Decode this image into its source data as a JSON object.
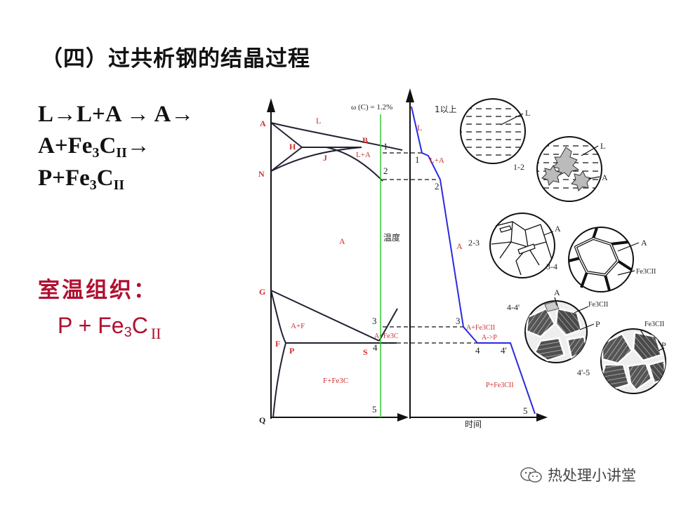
{
  "title": "（四）过共析钢的结晶过程",
  "reaction": {
    "line1": "L→L+A → A→",
    "line2_pre": "A+Fe",
    "line2_sub1": "3",
    "line2_mid": "C",
    "line2_sub2": "II",
    "line2_post": "→",
    "line3_pre": "P+Fe",
    "line3_sub1": "3",
    "line3_mid": "C",
    "line3_sub2": "II"
  },
  "room_temp": {
    "label": "室温组织：",
    "pre": "P + Fe",
    "sub1": "3",
    "mid": "C",
    "sub2": "II"
  },
  "phase_diagram": {
    "composition_label": "ω (C) = 1.2%",
    "temperature_label": "温度",
    "points": {
      "A": "A",
      "H": "H",
      "J": "J",
      "B": "B",
      "N": "N",
      "G": "G",
      "F": "F",
      "P": "P",
      "S": "S",
      "Q": "Q"
    },
    "regions": {
      "L": "L",
      "L_A": "L+A",
      "A": "A",
      "A_F": "A+F",
      "A_Fe3C": "A+Fe3C",
      "F_Fe3C": "F+Fe3C"
    },
    "markers": [
      "1",
      "2",
      "3",
      "4",
      "5"
    ]
  },
  "cooling_curve": {
    "time_label": "时间",
    "segments": {
      "L": "L",
      "L_A": "L+A",
      "A": "A",
      "A_Fe3CII": "A+Fe3CII",
      "A_P": "A->P",
      "P_Fe3CII": "P+Fe3CII"
    },
    "markers": {
      "m1": "1",
      "m2": "2",
      "m3": "3",
      "m4": "4",
      "m4p": "4'",
      "m5": "5"
    }
  },
  "microstructures": [
    {
      "stage": "1以上",
      "labels": [
        "L"
      ]
    },
    {
      "stage": "1-2",
      "labels": [
        "L",
        "A"
      ]
    },
    {
      "stage": "2-3",
      "labels": [
        "A"
      ]
    },
    {
      "stage": "3-4",
      "labels": [
        "A",
        "Fe3CII"
      ]
    },
    {
      "stage": "4-4'",
      "labels": [
        "A",
        "Fe3CII",
        "P"
      ]
    },
    {
      "stage": "4'-5",
      "labels": [
        "Fe3CII",
        "P"
      ]
    }
  ],
  "watermark": "热处理小讲堂",
  "colors": {
    "accent_red": "#b01030",
    "curve_blue": "#2a2ae0",
    "diagram_red": "#d03030",
    "comp_line_green": "#33cc33"
  }
}
